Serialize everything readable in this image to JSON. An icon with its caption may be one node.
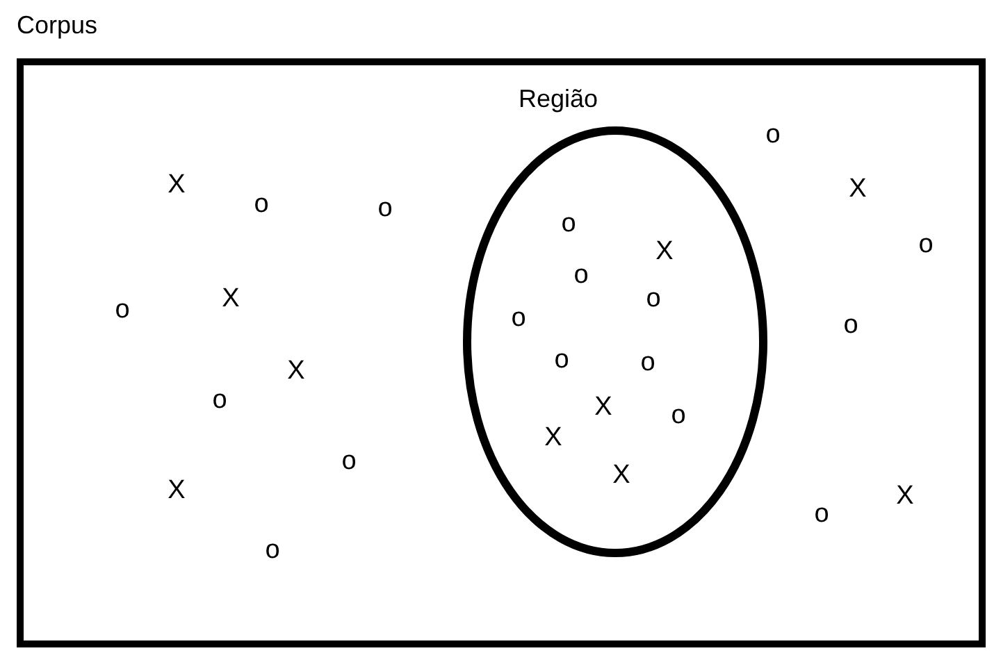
{
  "diagram": {
    "nodes": [
      {
        "text": [
          "Corpus"
        ]
      },
      {
        "text": [
          "Região"
        ],
        "in": 0
      }
    ],
    "labels": [
      "o",
      "X",
      "X",
      "o",
      "o",
      "o",
      "X",
      "o",
      "o",
      "X",
      "o",
      "o",
      "o",
      "o",
      "X",
      "o",
      "o",
      "o",
      "X",
      "o",
      "X",
      "o",
      "X",
      "X",
      "X",
      "o",
      "o"
    ]
  }
}
